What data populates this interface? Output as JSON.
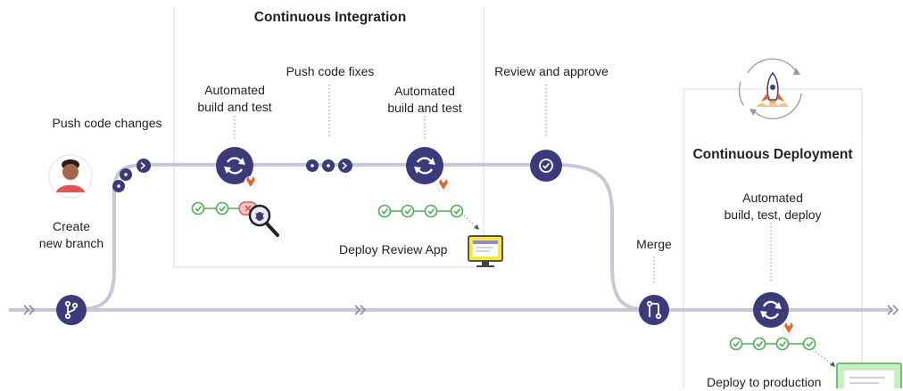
{
  "titles": {
    "ci": "Continuous Integration",
    "cd": "Continuous Deployment"
  },
  "labels": {
    "push_code_changes": "Push code changes",
    "create_branch": [
      "Create",
      "new branch"
    ],
    "automated_build_1": [
      "Automated",
      "build and test"
    ],
    "push_code_fixes": "Push code fixes",
    "automated_build_2": [
      "Automated",
      "build and test"
    ],
    "review_approve": "Review and approve",
    "deploy_review_app": "Deploy Review App",
    "merge": "Merge",
    "automated_deploy": [
      "Automated",
      "build, test, deploy"
    ],
    "deploy_production": "Deploy to production"
  },
  "colors": {
    "node": "#3b3a7a",
    "line": "#c9c7d6",
    "check": "#4caf50",
    "fail": "#e05656",
    "panel_border": "#d8d8d8",
    "screen": "#f5e94a",
    "text": "#222222"
  },
  "icons": {
    "branch": "git-branch-icon",
    "pipeline": "refresh-icon",
    "approve": "check-circle-icon",
    "merge": "git-merge-icon",
    "commit": "commit-icon",
    "push": "terminal-icon",
    "debug": "magnifier-bug-icon",
    "mascot": "fox-icon",
    "rocket": "rocket-icon",
    "developer": "avatar-icon"
  }
}
